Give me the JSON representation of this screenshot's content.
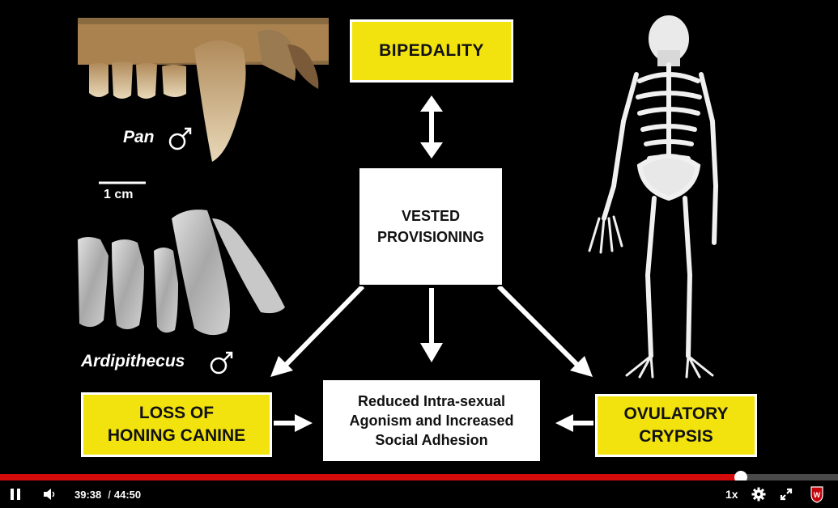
{
  "slide": {
    "bipedality": "BIPEDALITY",
    "vested_line1": "VESTED",
    "vested_line2": "PROVISIONING",
    "loss_line1": "LOSS OF",
    "loss_line2": "HONING CANINE",
    "ovulatory_line1": "OVULATORY",
    "ovulatory_line2": "CRYPSIS",
    "reduced_line1": "Reduced Intra-sexual",
    "reduced_line2": "Agonism and Increased",
    "reduced_line3": "Social Adhesion",
    "pan_label": "Pan",
    "ardipithecus_label": "Ardipithecus",
    "scale_label": "1 cm",
    "male_symbol": "♂"
  },
  "player": {
    "current_time": "39:38",
    "separator": "/",
    "duration": "44:50",
    "progress_fraction": 0.884,
    "speed": "1x",
    "icons": {
      "play_pause": "pause-icon",
      "volume": "volume-icon",
      "settings": "gear-icon",
      "fullscreen": "fullscreen-icon",
      "logo": "uw-crest-icon"
    },
    "colors": {
      "progress": "#d30b0b",
      "track": "#4a4a4a",
      "handle": "#ffffff"
    }
  },
  "colors": {
    "yellow_box": "#f2e30f",
    "white_box": "#ffffff",
    "background": "#000000"
  }
}
